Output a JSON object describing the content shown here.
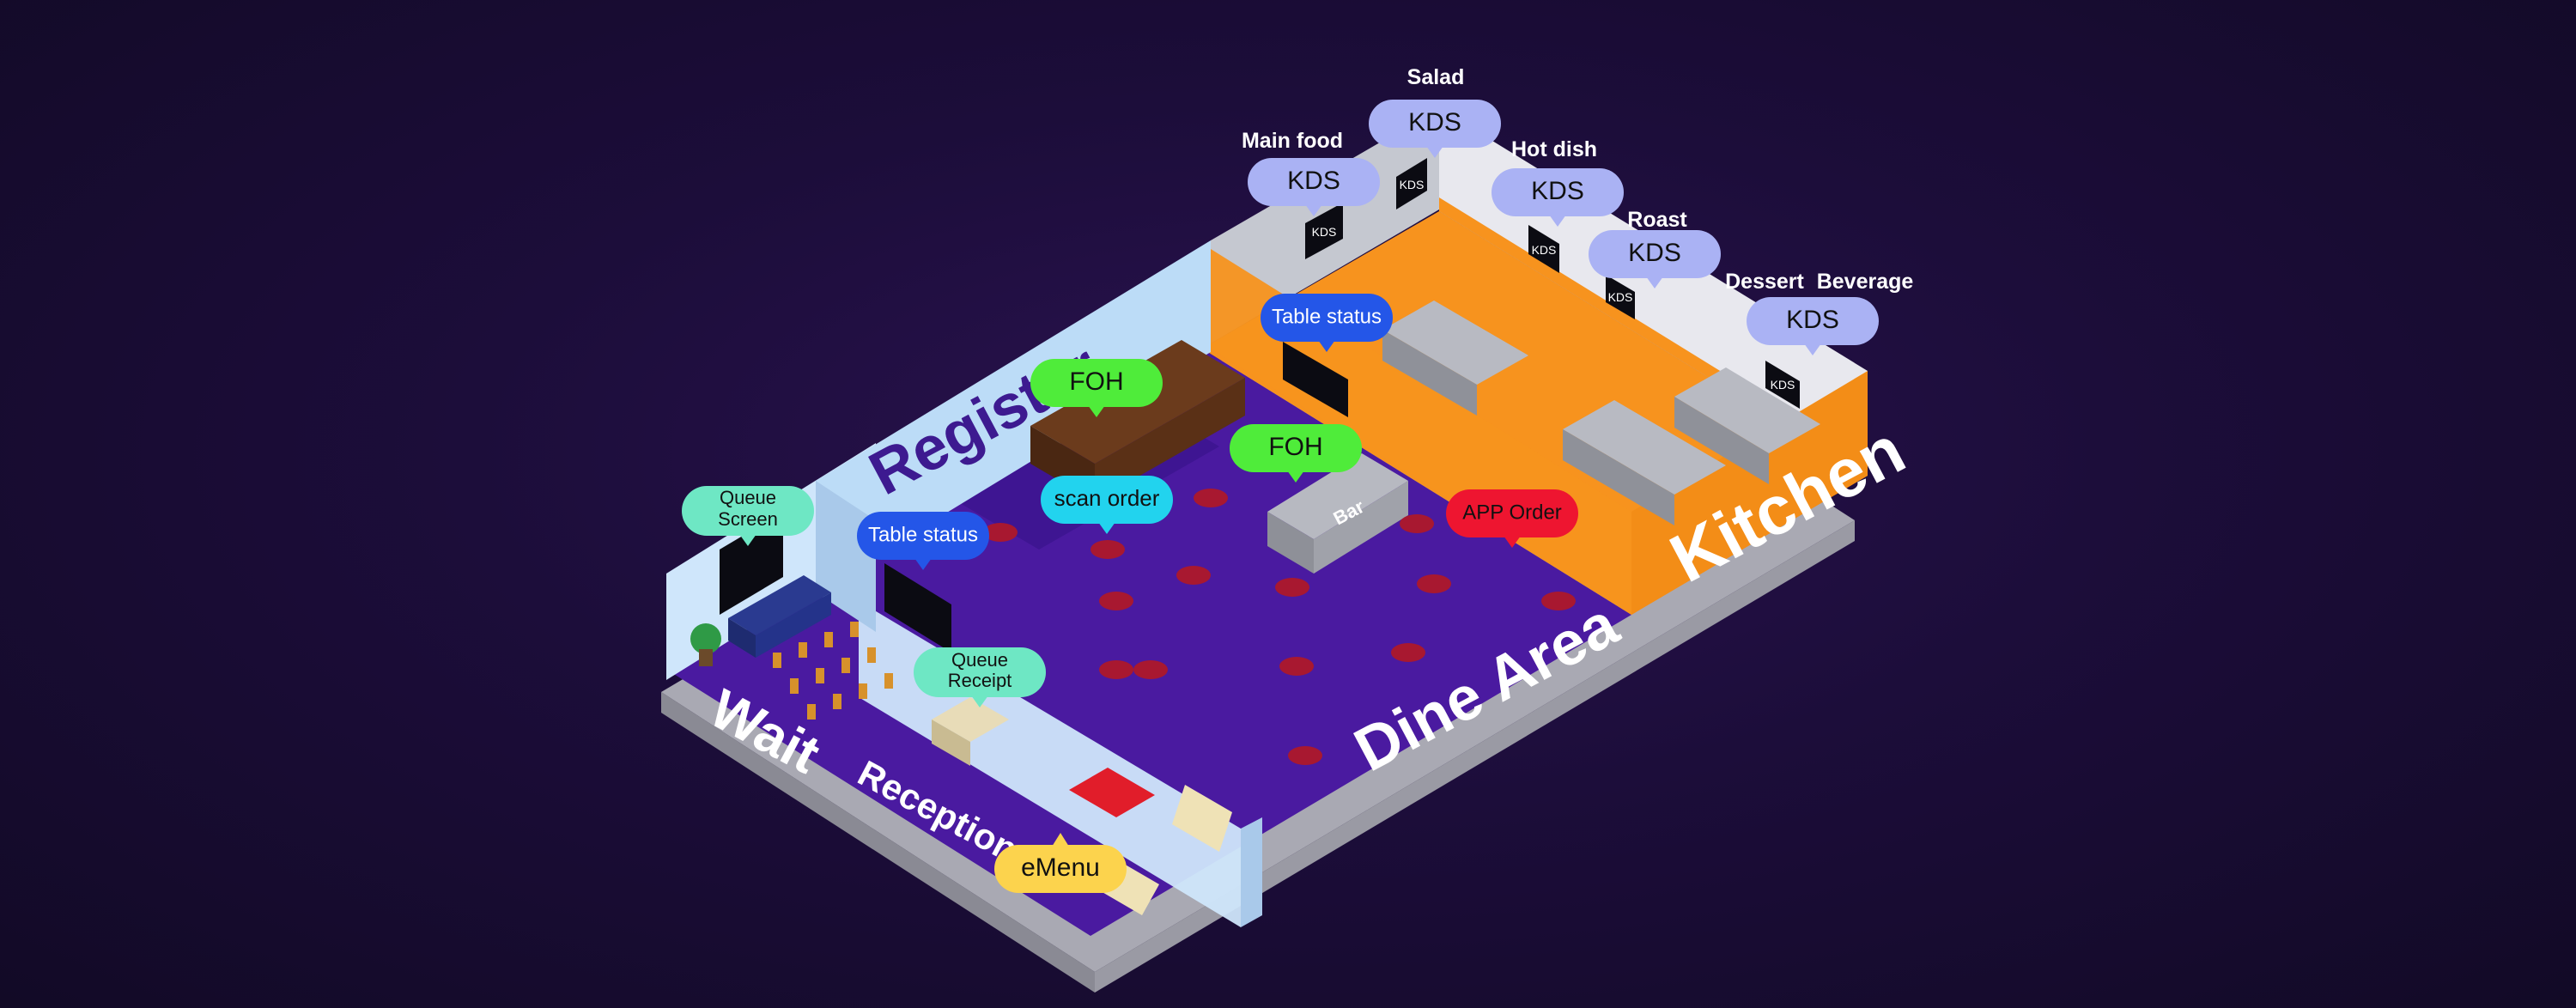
{
  "areas": {
    "register": "Register",
    "wait": "Wait",
    "reception": "Reception",
    "dine_area": "Dine Area",
    "kitchen": "Kitchen",
    "bar": "Bar"
  },
  "station_headers": {
    "main_food": "Main food",
    "salad": "Salad",
    "hot_dish": "Hot dish",
    "roast": "Roast",
    "dessert": "Dessert",
    "beverage": "Beverage"
  },
  "screen_text": "KDS",
  "bubbles": {
    "kds_main_food": "KDS",
    "kds_salad": "KDS",
    "kds_hot_dish": "KDS",
    "kds_roast": "KDS",
    "kds_dessert_beverage": "KDS",
    "table_status_kitchen": "Table status",
    "table_status_wait": "Table status",
    "foh_register": "FOH",
    "foh_bar": "FOH",
    "scan_order": "scan order",
    "app_order": "APP Order",
    "queue_screen_1": "Queue",
    "queue_screen_2": "Screen",
    "queue_receipt_1": "Queue",
    "queue_receipt_2": "Receipt",
    "emenu": "eMenu"
  },
  "colors": {
    "kds": "#aab2f4",
    "table_status": "#2456e8",
    "foh": "#4fec3a",
    "scan_order": "#22d3ee",
    "app_order": "#ee1530",
    "queue": "#6ee7c4",
    "emenu": "#fcd34d",
    "floor_purple": "#4a1aa0",
    "kitchen_orange": "#f7931e"
  }
}
